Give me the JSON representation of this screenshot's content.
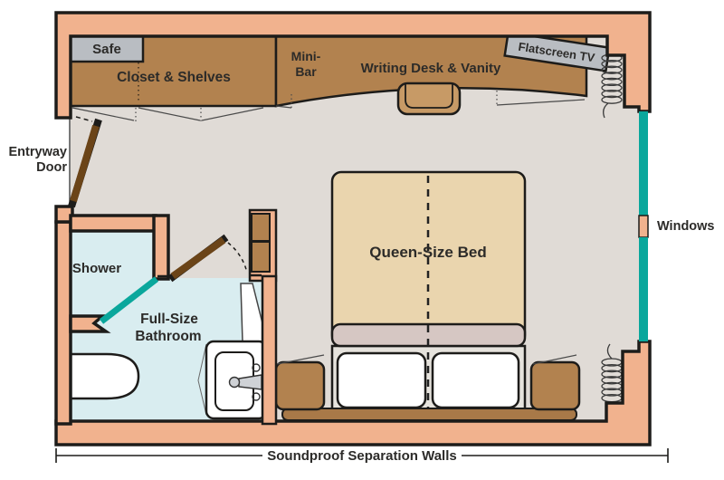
{
  "diagram": {
    "type": "stateroom-floor-plan",
    "labels": {
      "safe": "Safe",
      "closet": "Closet & Shelves",
      "minibar_line1": "Mini-",
      "minibar_line2": "Bar",
      "desk": "Writing Desk & Vanity",
      "tv": "Flatscreen TV",
      "entry_line1": "Entryway",
      "entry_line2": "Door",
      "bed": "Queen-Size Bed",
      "shower": "Shower",
      "bathroom_line1": "Full-Size",
      "bathroom_line2": "Bathroom",
      "windows": "Windows",
      "soundproof": "Soundproof Separation Walls"
    },
    "palette": {
      "wall": "#f1b28e",
      "outline": "#1d1c1a",
      "floor": "#e0dbd6",
      "bathroom_floor": "#d9edf0",
      "wood": "#b2824f",
      "wood_light": "#c79a66",
      "wood_dark": "#a87948",
      "door_wood": "#6b4418",
      "mattress": "#ead5ae",
      "blanket": "#d6c7c3",
      "bed_frame": "#e6e3dd",
      "pillow": "#ffffff",
      "glass": "#0aa79c",
      "appliance": "#b9bdc2",
      "fixture": "#ffffff",
      "text": "#2c2b29"
    }
  }
}
